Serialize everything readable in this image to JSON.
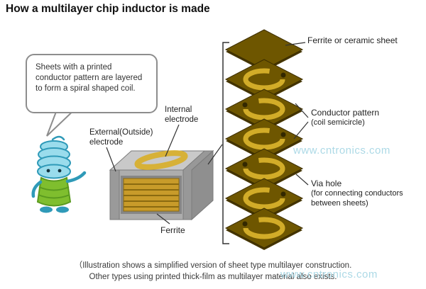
{
  "title": "How a multilayer chip inductor is made",
  "speech_bubble": {
    "text": "Sheets with a printed conductor pattern are layered to form a spiral shaped coil."
  },
  "chip_labels": {
    "external_line1": "External(Outside)",
    "external_line2": "electrode",
    "internal_line1": "Internal",
    "internal_line2": "electrode",
    "ferrite": "Ferrite"
  },
  "sheet_labels": {
    "ferrite_sheet": "Ferrite or ceramic sheet",
    "conductor_line1": "Conductor pattern",
    "conductor_line2": "(coil semicircle)",
    "via_line1": "Via hole",
    "via_line2": "(for connecting conductors",
    "via_line3": "between sheets)"
  },
  "footnote": {
    "line1": "（Illustration shows a simplified version of sheet type multilayer construction.",
    "line2": "Other types using printed thick-film as multilayer material also exists."
  },
  "watermark": "www.cntronics.com",
  "colors": {
    "sheet_body": "#6e5600",
    "sheet_edge": "#453500",
    "conductor_gold": "#d2ac28",
    "chip_gray": "#adadad",
    "coil_gold": "#c89b2a",
    "mascot_blue": "#9adcec",
    "mascot_green": "#7fbe2e",
    "watermark_cyan": "#9ed3e2"
  }
}
